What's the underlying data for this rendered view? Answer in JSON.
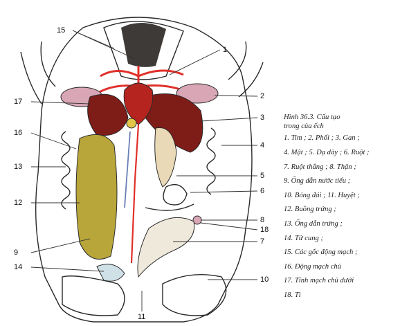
{
  "caption": [
    "Hình 36.3. Cấu tạo",
    "trong của ếch"
  ],
  "legend": [
    "1. Tim ; 2. Phổi ; 3. Gan ;",
    "4. Mật ; 5. Dạ dày ; 6. Ruột ;",
    "7. Ruột thẳng ; 8. Thận ;",
    "9. Ống dẫn nước tiểu ;",
    "10. Bóng đái ; 11. Huyệt ;",
    "12. Buồng trứng ;",
    "13. Ống dẫn trứng ;",
    "14. Tử cung ;",
    "15. Các gốc động mạch ;",
    "16. Động mạch chủ",
    "17. Tĩnh mạch chủ dưới",
    "18. Tì"
  ],
  "callouts": {
    "n1": "1",
    "n2": "2",
    "n3": "3",
    "n4": "4",
    "n5": "5",
    "n6": "6",
    "n7": "7",
    "n8": "8",
    "n9": "9",
    "n10": "10",
    "n11": "11",
    "n12": "12",
    "n13": "13",
    "n14": "14",
    "n15": "15",
    "n16": "16",
    "n17": "17",
    "n18": "18"
  },
  "colors": {
    "heart": "#b5241f",
    "lung": "#d8a6b4",
    "liver": "#7e1c18",
    "gall": "#e2c64a",
    "ovary": "#b8a63a",
    "vessel": "#e0302a",
    "organ_outline": "#2a2a2a"
  }
}
